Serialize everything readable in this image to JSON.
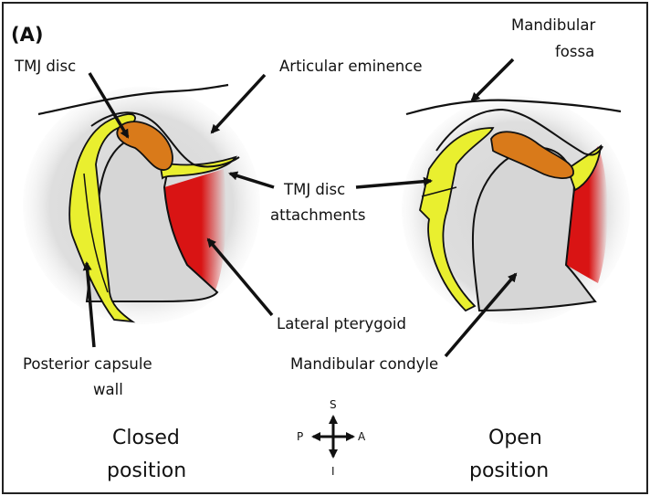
{
  "panel_label": "(A)",
  "labels": {
    "tmj_disc": "TMJ disc",
    "articular_eminence": "Articular eminence",
    "mandibular_fossa_1": "Mandibular",
    "mandibular_fossa_2": "fossa",
    "disc_attachments_1": "TMJ disc",
    "disc_attachments_2": "attachments",
    "lateral_pterygoid": "Lateral pterygoid",
    "posterior_capsule_1": "Posterior capsule",
    "posterior_capsule_2": "wall",
    "mandibular_condyle": "Mandibular condyle"
  },
  "positions": {
    "closed_1": "Closed",
    "closed_2": "position",
    "open_1": "Open",
    "open_2": "position"
  },
  "compass": {
    "s": "S",
    "p": "P",
    "a": "A",
    "i": "I"
  },
  "colors": {
    "disc": "#d97a1a",
    "attachment": "#e9ef2f",
    "attachment_dark": "#a7b41c",
    "muscle": "#d91414",
    "bone": "#d9d9d9",
    "outline": "#111111"
  }
}
